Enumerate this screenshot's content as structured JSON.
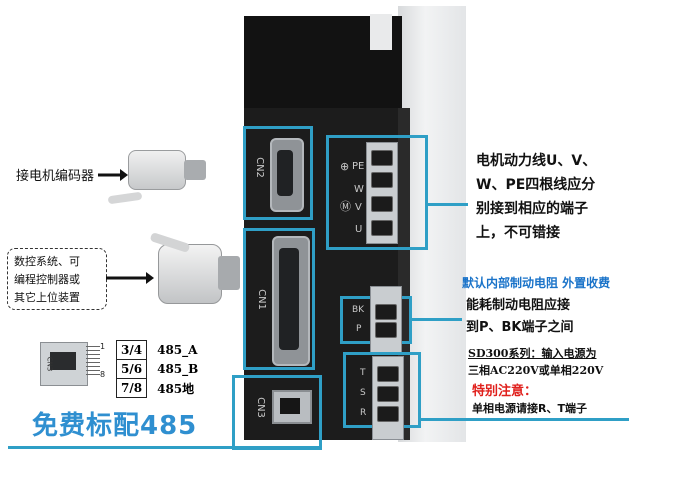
{
  "left": {
    "encoder_label": "接电机编码器",
    "cnc_label_lines": [
      "数控系统、可",
      "编程控制器或",
      "其它上位装置"
    ],
    "rs485_rows": [
      {
        "pins": "3/4",
        "signal": "485_A"
      },
      {
        "pins": "5/6",
        "signal": "485_B"
      },
      {
        "pins": "7/8",
        "signal": "485地"
      }
    ],
    "free_485": "免费标配485",
    "pin_numbers": [
      "1",
      "8"
    ],
    "jack_label": "CN3"
  },
  "drive": {
    "cn2": "CN2",
    "cn1": "CN1",
    "cn3": "CN3",
    "motor_terms": [
      "PE",
      "W",
      "V",
      "U"
    ],
    "brake_terms": [
      "BK",
      "P"
    ],
    "power_terms": [
      "T",
      "S",
      "R"
    ]
  },
  "right": {
    "motor_text_lines": [
      "电机动力线U、V、",
      "W、PE四根线应分",
      "别接到相应的端子",
      "上，不可错接"
    ],
    "brake_note": "默认内部制动电阻 外置收费",
    "brake_text_lines": [
      "能耗制动电阻应接",
      "到P、BK端子之间"
    ],
    "sd300_lines": [
      "SD300系列：输入电源为",
      "三相AC220V或单相220V"
    ],
    "attention": "特别注意：",
    "single_phase": "单相电源请接R、T端子"
  },
  "colors": {
    "accent": "#2f9fc6",
    "warning": "#e0201c",
    "note_blue": "#1a73c9"
  }
}
